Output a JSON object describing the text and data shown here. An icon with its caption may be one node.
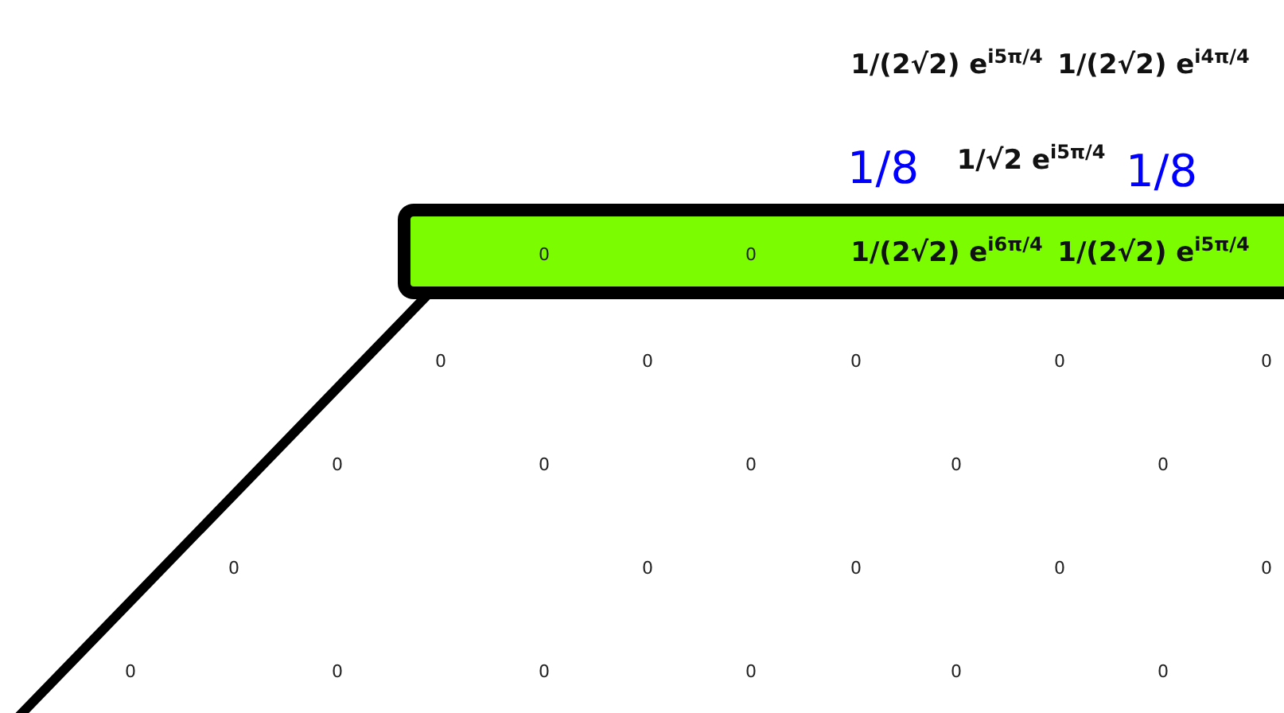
{
  "diagram": {
    "nodes": [
      {
        "text": [
          "0",
          "0",
          "1/(2√2) e$^{i6π/4}$",
          "1/(2√2) e$^{i5π/4}$"
        ]
      }
    ],
    "edges": [],
    "labels": [
      "1/(2√2) e$^{i5π/4}$",
      "1/(2√2) e$^{i4π/4}$",
      "1/8",
      "1/√2 e$^{i5π/4}$",
      "1/8",
      "0",
      "0",
      "0",
      "0",
      "0",
      "0",
      "0",
      "0",
      "0",
      "0",
      "0",
      "0",
      "0",
      "0",
      "0",
      "0",
      "0",
      "0",
      "0",
      "0",
      "0"
    ]
  }
}
